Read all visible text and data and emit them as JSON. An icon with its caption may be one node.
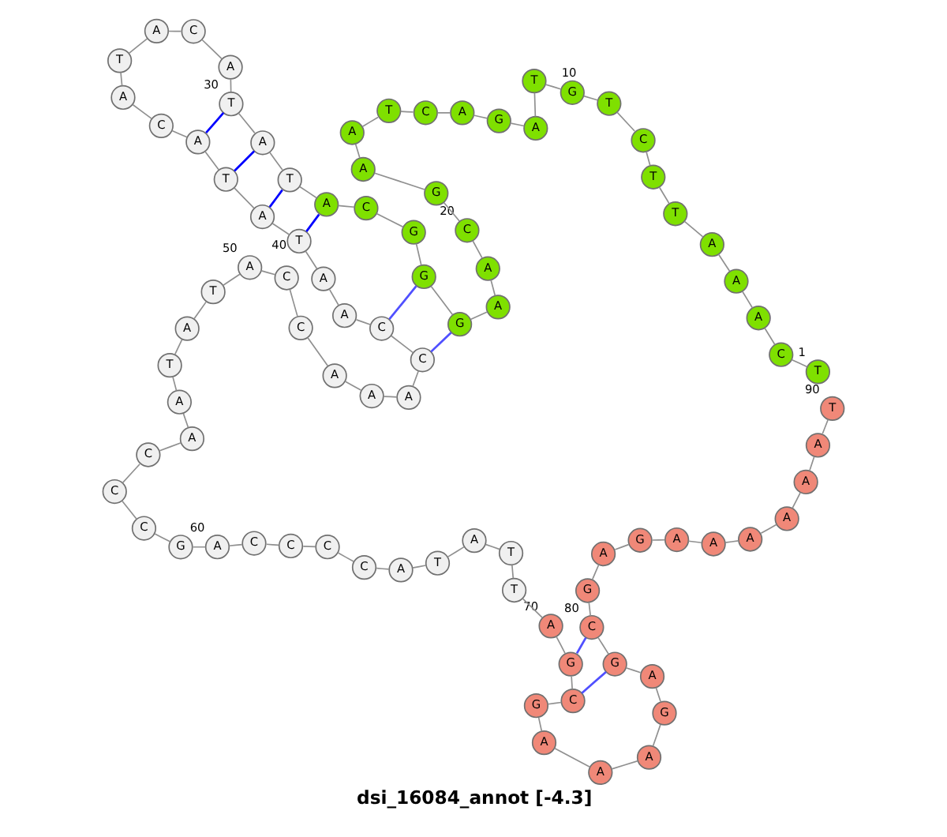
{
  "diagram": {
    "caption": "dsi_16084_annot [-4.3]",
    "nodes": [
      {
        "text": [
          "T"
        ],
        "beside": [
          "1"
        ]
      },
      {
        "text": [
          "C"
        ]
      },
      {
        "text": [
          "A"
        ]
      },
      {
        "text": [
          "A"
        ]
      },
      {
        "text": [
          "A"
        ]
      },
      {
        "text": [
          "T"
        ]
      },
      {
        "text": [
          "T"
        ]
      },
      {
        "text": [
          "C"
        ]
      },
      {
        "text": [
          "T"
        ]
      },
      {
        "text": [
          "G"
        ],
        "beside": [
          "10"
        ]
      },
      {
        "text": [
          "T"
        ]
      },
      {
        "text": [
          "A"
        ]
      },
      {
        "text": [
          "G"
        ]
      },
      {
        "text": [
          "A"
        ]
      },
      {
        "text": [
          "C"
        ]
      },
      {
        "text": [
          "T"
        ]
      },
      {
        "text": [
          "A"
        ]
      },
      {
        "text": [
          "A"
        ]
      },
      {
        "text": [
          "G"
        ]
      },
      {
        "text": [
          "C"
        ],
        "beside": [
          "20"
        ]
      },
      {
        "text": [
          "A"
        ]
      },
      {
        "text": [
          "A"
        ]
      },
      {
        "text": [
          "G"
        ]
      },
      {
        "text": [
          "G"
        ]
      },
      {
        "text": [
          "G"
        ]
      },
      {
        "text": [
          "C"
        ]
      },
      {
        "text": [
          "A"
        ]
      },
      {
        "text": [
          "T"
        ]
      },
      {
        "text": [
          "A"
        ]
      },
      {
        "text": [
          "T"
        ],
        "beside": [
          "30"
        ]
      },
      {
        "text": [
          "A"
        ]
      },
      {
        "text": [
          "C"
        ]
      },
      {
        "text": [
          "A"
        ]
      },
      {
        "text": [
          "T"
        ]
      },
      {
        "text": [
          "A"
        ]
      },
      {
        "text": [
          "C"
        ]
      },
      {
        "text": [
          "A"
        ]
      },
      {
        "text": [
          "T"
        ]
      },
      {
        "text": [
          "A"
        ]
      },
      {
        "text": [
          "T"
        ],
        "beside": [
          "40"
        ]
      },
      {
        "text": [
          "A"
        ]
      },
      {
        "text": [
          "A"
        ]
      },
      {
        "text": [
          "C"
        ]
      },
      {
        "text": [
          "C"
        ]
      },
      {
        "text": [
          "A"
        ]
      },
      {
        "text": [
          "A"
        ]
      },
      {
        "text": [
          "A"
        ]
      },
      {
        "text": [
          "C"
        ]
      },
      {
        "text": [
          "C"
        ]
      },
      {
        "text": [
          "A"
        ],
        "beside": [
          "50"
        ]
      },
      {
        "text": [
          "T"
        ]
      },
      {
        "text": [
          "A"
        ]
      },
      {
        "text": [
          "T"
        ]
      },
      {
        "text": [
          "A"
        ]
      },
      {
        "text": [
          "A"
        ]
      },
      {
        "text": [
          "C"
        ]
      },
      {
        "text": [
          "C"
        ]
      },
      {
        "text": [
          "C"
        ]
      },
      {
        "text": [
          "G"
        ]
      },
      {
        "text": [
          "A"
        ],
        "beside": [
          "60"
        ]
      },
      {
        "text": [
          "C"
        ]
      },
      {
        "text": [
          "C"
        ]
      },
      {
        "text": [
          "C"
        ]
      },
      {
        "text": [
          "C"
        ]
      },
      {
        "text": [
          "A"
        ]
      },
      {
        "text": [
          "T"
        ]
      },
      {
        "text": [
          "A"
        ]
      },
      {
        "text": [
          "T"
        ]
      },
      {
        "text": [
          "T"
        ]
      },
      {
        "text": [
          "A"
        ],
        "beside": [
          "70"
        ]
      },
      {
        "text": [
          "G"
        ]
      },
      {
        "text": [
          "C"
        ]
      },
      {
        "text": [
          "G"
        ]
      },
      {
        "text": [
          "A"
        ]
      },
      {
        "text": [
          "A"
        ]
      },
      {
        "text": [
          "A"
        ]
      },
      {
        "text": [
          "G"
        ]
      },
      {
        "text": [
          "A"
        ]
      },
      {
        "text": [
          "G"
        ]
      },
      {
        "text": [
          "C"
        ],
        "beside": [
          "80"
        ]
      },
      {
        "text": [
          "G"
        ]
      },
      {
        "text": [
          "A"
        ]
      },
      {
        "text": [
          "G"
        ]
      },
      {
        "text": [
          "A"
        ]
      },
      {
        "text": [
          "A"
        ]
      },
      {
        "text": [
          "A"
        ]
      },
      {
        "text": [
          "A"
        ]
      },
      {
        "text": [
          "A"
        ]
      },
      {
        "text": [
          "A"
        ]
      },
      {
        "text": [
          "T"
        ],
        "beside": [
          "90"
        ]
      }
    ],
    "edges": [
      {
        "from": 0,
        "to": 1,
        "arrow": "none"
      },
      {
        "from": 1,
        "to": 2,
        "arrow": "none"
      },
      {
        "from": 2,
        "to": 3,
        "arrow": "none"
      },
      {
        "from": 3,
        "to": 4,
        "arrow": "none"
      },
      {
        "from": 4,
        "to": 5,
        "arrow": "none"
      },
      {
        "from": 5,
        "to": 6,
        "arrow": "none"
      },
      {
        "from": 6,
        "to": 7,
        "arrow": "none"
      },
      {
        "from": 7,
        "to": 8,
        "arrow": "none"
      },
      {
        "from": 8,
        "to": 9,
        "arrow": "none"
      },
      {
        "from": 9,
        "to": 10,
        "arrow": "none"
      },
      {
        "from": 10,
        "to": 11,
        "arrow": "none"
      },
      {
        "from": 11,
        "to": 12,
        "arrow": "none"
      },
      {
        "from": 12,
        "to": 13,
        "arrow": "none"
      },
      {
        "from": 13,
        "to": 14,
        "arrow": "none"
      },
      {
        "from": 14,
        "to": 15,
        "arrow": "none"
      },
      {
        "from": 15,
        "to": 16,
        "arrow": "none"
      },
      {
        "from": 16,
        "to": 17,
        "arrow": "none"
      },
      {
        "from": 17,
        "to": 18,
        "arrow": "none"
      },
      {
        "from": 18,
        "to": 19,
        "arrow": "none"
      },
      {
        "from": 19,
        "to": 20,
        "arrow": "none"
      },
      {
        "from": 20,
        "to": 21,
        "arrow": "none"
      },
      {
        "from": 21,
        "to": 22,
        "arrow": "none"
      },
      {
        "from": 22,
        "to": 23,
        "arrow": "none"
      },
      {
        "from": 23,
        "to": 24,
        "arrow": "none"
      },
      {
        "from": 24,
        "to": 25,
        "arrow": "none"
      },
      {
        "from": 25,
        "to": 26,
        "arrow": "none"
      },
      {
        "from": 26,
        "to": 27,
        "arrow": "none"
      },
      {
        "from": 27,
        "to": 28,
        "arrow": "none"
      },
      {
        "from": 28,
        "to": 29,
        "arrow": "none"
      },
      {
        "from": 29,
        "to": 30,
        "arrow": "none"
      },
      {
        "from": 30,
        "to": 31,
        "arrow": "none"
      },
      {
        "from": 31,
        "to": 32,
        "arrow": "none"
      },
      {
        "from": 32,
        "to": 33,
        "arrow": "none"
      },
      {
        "from": 33,
        "to": 34,
        "arrow": "none"
      },
      {
        "from": 34,
        "to": 35,
        "arrow": "none"
      },
      {
        "from": 35,
        "to": 36,
        "arrow": "none"
      },
      {
        "from": 36,
        "to": 37,
        "arrow": "none"
      },
      {
        "from": 37,
        "to": 38,
        "arrow": "none"
      },
      {
        "from": 38,
        "to": 39,
        "arrow": "none"
      },
      {
        "from": 39,
        "to": 40,
        "arrow": "none"
      },
      {
        "from": 40,
        "to": 41,
        "arrow": "none"
      },
      {
        "from": 41,
        "to": 42,
        "arrow": "none"
      },
      {
        "from": 42,
        "to": 43,
        "arrow": "none"
      },
      {
        "from": 43,
        "to": 44,
        "arrow": "none"
      },
      {
        "from": 44,
        "to": 45,
        "arrow": "none"
      },
      {
        "from": 45,
        "to": 46,
        "arrow": "none"
      },
      {
        "from": 46,
        "to": 47,
        "arrow": "none"
      },
      {
        "from": 47,
        "to": 48,
        "arrow": "none"
      },
      {
        "from": 48,
        "to": 49,
        "arrow": "none"
      },
      {
        "from": 49,
        "to": 50,
        "arrow": "none"
      },
      {
        "from": 50,
        "to": 51,
        "arrow": "none"
      },
      {
        "from": 51,
        "to": 52,
        "arrow": "none"
      },
      {
        "from": 52,
        "to": 53,
        "arrow": "none"
      },
      {
        "from": 53,
        "to": 54,
        "arrow": "none"
      },
      {
        "from": 54,
        "to": 55,
        "arrow": "none"
      },
      {
        "from": 55,
        "to": 56,
        "arrow": "none"
      },
      {
        "from": 56,
        "to": 57,
        "arrow": "none"
      },
      {
        "from": 57,
        "to": 58,
        "arrow": "none"
      },
      {
        "from": 58,
        "to": 59,
        "arrow": "none"
      },
      {
        "from": 59,
        "to": 60,
        "arrow": "none"
      },
      {
        "from": 60,
        "to": 61,
        "arrow": "none"
      },
      {
        "from": 61,
        "to": 62,
        "arrow": "none"
      },
      {
        "from": 62,
        "to": 63,
        "arrow": "none"
      },
      {
        "from": 63,
        "to": 64,
        "arrow": "none"
      },
      {
        "from": 64,
        "to": 65,
        "arrow": "none"
      },
      {
        "from": 65,
        "to": 66,
        "arrow": "none"
      },
      {
        "from": 66,
        "to": 67,
        "arrow": "none"
      },
      {
        "from": 67,
        "to": 68,
        "arrow": "none"
      },
      {
        "from": 68,
        "to": 69,
        "arrow": "none"
      },
      {
        "from": 69,
        "to": 70,
        "arrow": "none"
      },
      {
        "from": 70,
        "to": 71,
        "arrow": "none"
      },
      {
        "from": 71,
        "to": 72,
        "arrow": "none"
      },
      {
        "from": 72,
        "to": 73,
        "arrow": "none"
      },
      {
        "from": 73,
        "to": 74,
        "arrow": "none"
      },
      {
        "from": 74,
        "to": 75,
        "arrow": "none"
      },
      {
        "from": 75,
        "to": 76,
        "arrow": "none"
      },
      {
        "from": 76,
        "to": 77,
        "arrow": "none"
      },
      {
        "from": 77,
        "to": 78,
        "arrow": "none"
      },
      {
        "from": 78,
        "to": 79,
        "arrow": "none"
      },
      {
        "from": 79,
        "to": 80,
        "arrow": "none"
      },
      {
        "from": 80,
        "to": 81,
        "arrow": "none"
      },
      {
        "from": 81,
        "to": 82,
        "arrow": "none"
      },
      {
        "from": 82,
        "to": 83,
        "arrow": "none"
      },
      {
        "from": 83,
        "to": 84,
        "arrow": "none"
      },
      {
        "from": 84,
        "to": 85,
        "arrow": "none"
      },
      {
        "from": 85,
        "to": 86,
        "arrow": "none"
      },
      {
        "from": 86,
        "to": 87,
        "arrow": "none"
      },
      {
        "from": 87,
        "to": 88,
        "arrow": "none"
      },
      {
        "from": 88,
        "to": 89,
        "arrow": "none"
      },
      {
        "from": 22,
        "to": 43,
        "arrow": "none",
        "color": "#5050ff"
      },
      {
        "from": 23,
        "to": 42,
        "arrow": "none",
        "color": "#5050ff"
      },
      {
        "from": 26,
        "to": 39,
        "arrow": "none",
        "color": "#0000ff"
      },
      {
        "from": 27,
        "to": 38,
        "arrow": "none",
        "color": "#0000ff"
      },
      {
        "from": 28,
        "to": 37,
        "arrow": "none",
        "color": "#0000ff"
      },
      {
        "from": 29,
        "to": 36,
        "arrow": "none",
        "color": "#0000ff"
      },
      {
        "from": 70,
        "to": 79,
        "arrow": "none",
        "color": "#5050ff"
      },
      {
        "from": 71,
        "to": 78,
        "arrow": "none",
        "color": "#5050ff"
      }
    ]
  }
}
